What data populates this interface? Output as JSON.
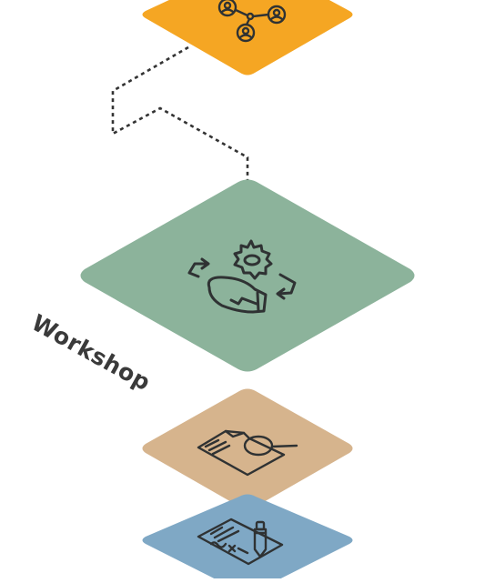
{
  "layers": [
    {
      "id": "network",
      "color": "#f5a623",
      "icon": "network-icon"
    },
    {
      "id": "workshop",
      "label": "Workshop",
      "color": "#8cb39b",
      "icon": "gear-lightbulb-cycle-icon"
    },
    {
      "id": "review",
      "color": "#d6b48d",
      "icon": "document-magnifier-icon"
    },
    {
      "id": "sign",
      "color": "#7fa8c5",
      "icon": "document-pencil-icon"
    }
  ],
  "connector": {
    "style": "dashed",
    "color": "#333333",
    "arrow": "down"
  },
  "icon_stroke": "#2f3233"
}
